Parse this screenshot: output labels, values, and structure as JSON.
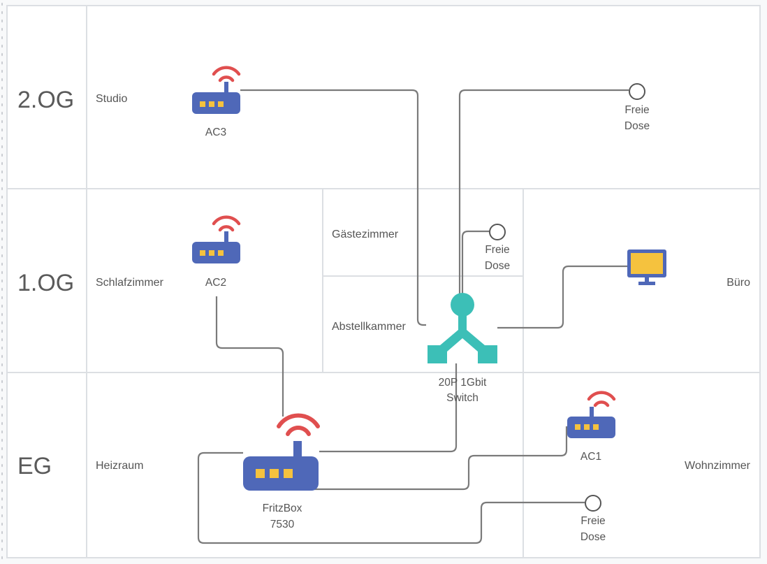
{
  "floors": [
    {
      "label": "2.OG"
    },
    {
      "label": "1.OG"
    },
    {
      "label": "EG"
    }
  ],
  "rooms": {
    "studio": "Studio",
    "schlafzimmer": "Schlafzimmer",
    "gaestezimmer": "Gästezimmer",
    "abstellkammer": "Abstellkammer",
    "buero": "Büro",
    "heizraum": "Heizraum",
    "wohnzimmer": "Wohnzimmer"
  },
  "devices": {
    "ac3": {
      "label": "AC3"
    },
    "ac2": {
      "label": "AC2"
    },
    "ac1": {
      "label": "AC1"
    },
    "fritzbox": {
      "label_line1": "FritzBox",
      "label_line2": "7530"
    },
    "switch": {
      "label_line1": "20P 1Gbit",
      "label_line2": "Switch"
    },
    "socket_2og": {
      "label_line1": "Freie",
      "label_line2": "Dose"
    },
    "socket_1og": {
      "label_line1": "Freie",
      "label_line2": "Dose"
    },
    "socket_eg": {
      "label_line1": "Freie",
      "label_line2": "Dose"
    }
  },
  "colors": {
    "router_body": "#4f68b8",
    "router_led": "#f5c23e",
    "wifi": "#e04f4f",
    "switch": "#3cbfb7",
    "monitor_screen": "#f5c23e",
    "monitor_frame": "#4f68b8",
    "cable": "#7a7a7a",
    "grid": "#dcdfe3"
  }
}
